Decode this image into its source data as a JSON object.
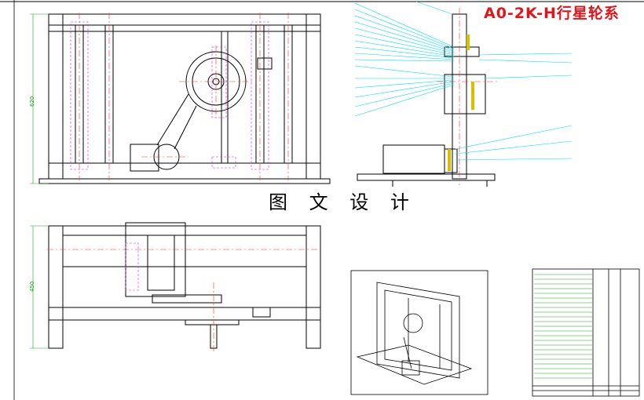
{
  "title": "A0-2K-H行星轮系",
  "watermark": "图 文 设 计",
  "dimensions": {
    "front_height": "620",
    "top_height": "450"
  },
  "colors": {
    "outline": "#000000",
    "leader": "#00d8ff",
    "centerline": "#ff3030",
    "hidden": "#e020e0",
    "dimension": "#1fa51f",
    "title": "#e0161b",
    "part": "#d8c000"
  }
}
